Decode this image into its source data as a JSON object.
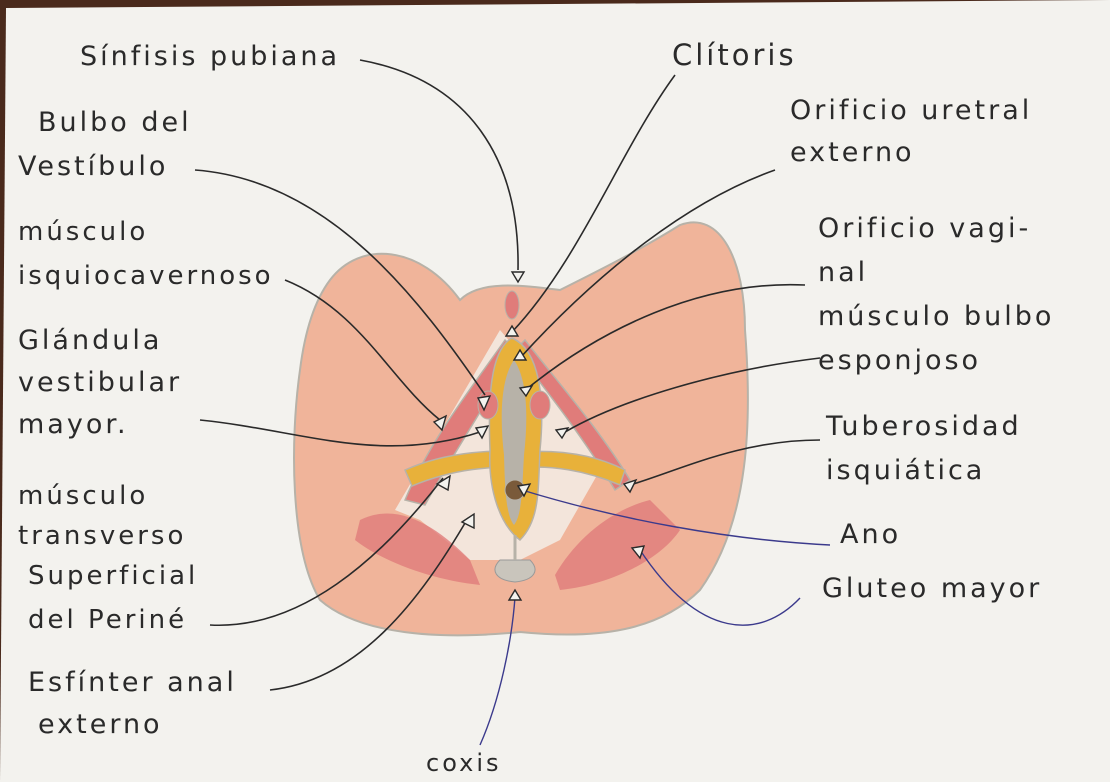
{
  "labels": {
    "sinfisis": "Sínfisis pubiana",
    "clitoris": "Clítoris",
    "bulbo_1": "Bulbo del",
    "bulbo_2": "Vestíbulo",
    "orificio_uretral_1": "Orificio uretral",
    "orificio_uretral_2": "externo",
    "isquio_1": "músculo",
    "isquio_2": "isquiocavernoso",
    "orificio_vaginal_1": "Orificio vagi-",
    "orificio_vaginal_2": "nal",
    "glandula_1": "Glándula",
    "glandula_2": "vestibular",
    "glandula_3": "mayor.",
    "bulboesponjoso_1": "músculo bulbo",
    "bulboesponjoso_2": "esponjoso",
    "tuberosidad_1": "Tuberosidad",
    "tuberosidad_2": "isquiática",
    "transverso_1": "músculo",
    "transverso_2": "transverso",
    "transverso_3": "Superficial",
    "transverso_4": "del Periné",
    "ano": "Ano",
    "gluteo": "Gluteo mayor",
    "esfinter_1": "Esfínter anal",
    "esfinter_2": "externo",
    "coxis": "coxis"
  },
  "colors": {
    "paper": "#f3f2ee",
    "ink": "#2a2a2a",
    "muscle_light": "#f0b49a",
    "muscle_red": "#e07c7a",
    "yellow": "#e8b13a",
    "gray": "#b7b2a8",
    "blue_ink": "#3b3a8c"
  }
}
